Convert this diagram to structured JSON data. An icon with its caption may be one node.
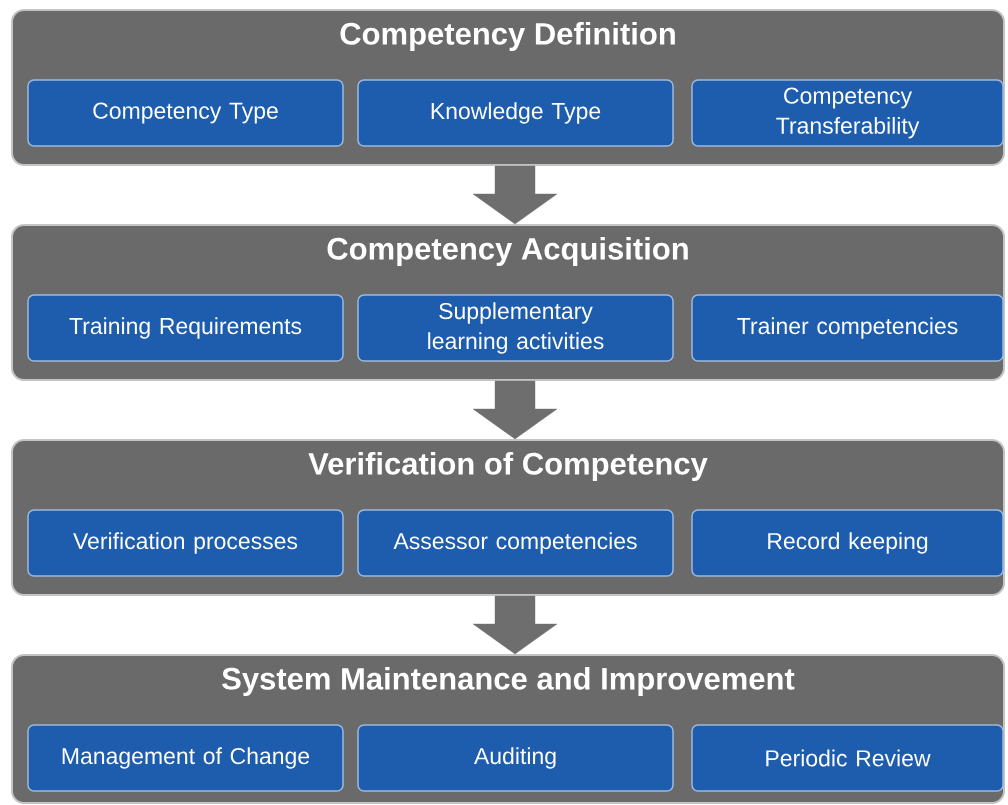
{
  "diagram": {
    "nodes": [
      {
        "text": [
          "Competency Definition"
        ]
      },
      {
        "text": [
          "Competency Type"
        ],
        "in": 0
      },
      {
        "text": [
          "Knowledge Type"
        ],
        "in": 0
      },
      {
        "text": [
          "Competency Transferability"
        ],
        "in": 0
      },
      {
        "text": [
          "Competency Acquisition"
        ]
      },
      {
        "text": [
          "Training Requirements"
        ],
        "in": 4
      },
      {
        "text": [
          "Supplementary learning activities"
        ],
        "in": 4
      },
      {
        "text": [
          "Trainer competencies"
        ],
        "in": 4
      },
      {
        "text": [
          "Verification of Competency"
        ]
      },
      {
        "text": [
          "Verification processes"
        ],
        "in": 8
      },
      {
        "text": [
          "Assessor competencies"
        ],
        "in": 8
      },
      {
        "text": [
          "Record keeping"
        ],
        "in": 8
      },
      {
        "text": [
          "System Maintenance and Improvement"
        ]
      },
      {
        "text": [
          "Management of Change"
        ],
        "in": 12
      },
      {
        "text": [
          "Auditing"
        ],
        "in": 12
      },
      {
        "text": [
          "Periodic Review"
        ],
        "in": 12
      }
    ],
    "edges": [
      {
        "from": 0,
        "to": 4,
        "arrow": "to"
      },
      {
        "from": 4,
        "to": 8,
        "arrow": "to"
      },
      {
        "from": 8,
        "to": 12,
        "arrow": "to"
      }
    ]
  }
}
